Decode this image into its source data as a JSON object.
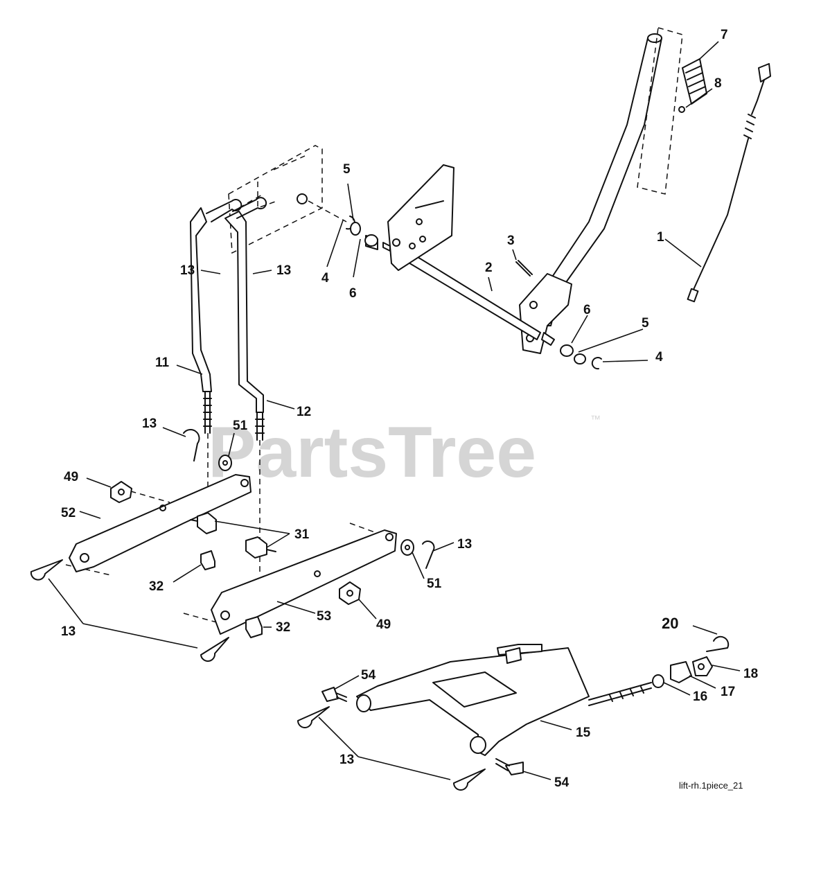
{
  "watermark": {
    "brand": "PartsTree",
    "trademark": "™"
  },
  "figure_id": "lift-rh.1piece_21",
  "callouts": {
    "c1": "1",
    "c2": "2",
    "c3": "3",
    "c4a": "4",
    "c4b": "4",
    "c5a": "5",
    "c5b": "5",
    "c6a": "6",
    "c6b": "6",
    "c7": "7",
    "c8": "8",
    "c11": "11",
    "c12": "12",
    "c13a": "13",
    "c13b": "13",
    "c13c": "13",
    "c13d": "13",
    "c13e": "13",
    "c13f": "13",
    "c15": "15",
    "c16": "16",
    "c17": "17",
    "c18": "18",
    "c20": "20",
    "c31": "31",
    "c32a": "32",
    "c32b": "32",
    "c49a": "49",
    "c49b": "49",
    "c51a": "51",
    "c51b": "51",
    "c52": "52",
    "c53": "53",
    "c54a": "54",
    "c54b": "54"
  }
}
